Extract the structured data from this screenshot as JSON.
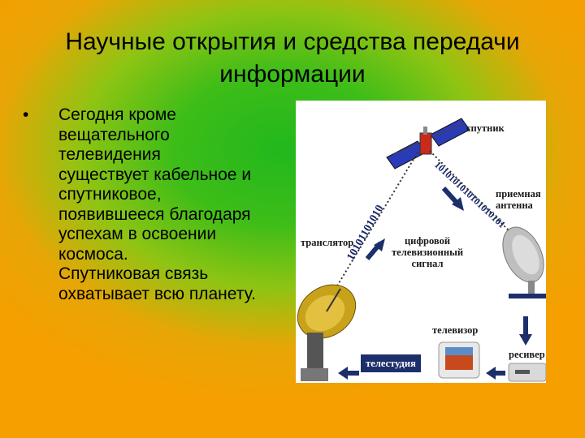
{
  "slide": {
    "title": "Научные открытия и средства передачи информации",
    "bullet_marker": "•",
    "bullet_text": "Сегодня кроме\nвещательного\nтелевидения\nсуществует кабельное и\nспутниковое,\nпоявившееся благодаря\nуспехам в освоении\nкосмоса.\nСпутниковая связь\nохватывает всю планету."
  },
  "diagram": {
    "labels": {
      "satellite": "спутник",
      "receiving_antenna": "приемная\nантенна",
      "transmitter": "транслятор",
      "digital_signal": "цифровой\nтелевизионный\nсигнал",
      "tv": "телевизор",
      "receiver": "ресивер",
      "studio": "телестудия"
    },
    "uplink_binary": "10101101010",
    "downlink_binary": "1010101010101010101"
  },
  "colors": {
    "title_green": "#22b81c",
    "frame_orange": "#f59f00",
    "arrow_blue": "#1d2f6b"
  }
}
